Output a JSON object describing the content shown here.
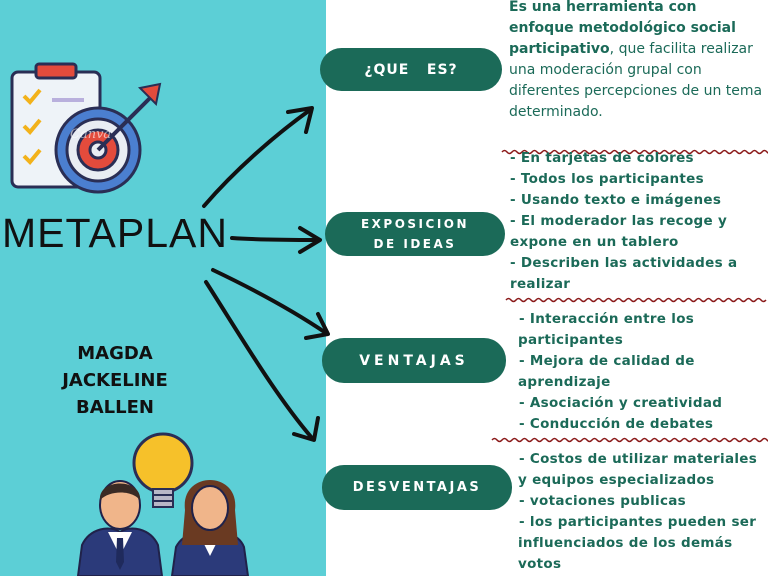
{
  "title": "METAPLAN",
  "author": [
    "MAGDA",
    "JACKELINE",
    "BALLEN"
  ],
  "watermark": "Canva",
  "colors": {
    "panel": "#5ccfd6",
    "pill": "#1b6a58",
    "text": "#1b6a58",
    "wave": "#8b1a1a"
  },
  "sections": [
    {
      "label": [
        "¿QUE   ES?"
      ]
    },
    {
      "label": [
        "EXPOSICION",
        "DE IDEAS"
      ]
    },
    {
      "label": [
        "VENTAJAS"
      ]
    },
    {
      "label": [
        "DESVENTAJAS"
      ]
    }
  ],
  "que_es": {
    "bold": "Es una herramienta con enfoque metodológico social participativo",
    "rest": ", que facilita realizar una moderación grupal con diferentes percepciones de un tema determinado."
  },
  "exposicion": [
    "- En tarjetas de colores",
    "- Todos los participantes",
    "- Usando texto e imágenes",
    "- El moderador las recoge y",
    "expone en un tablero",
    "- Describen las actividades a",
    "realizar"
  ],
  "ventajas": [
    " - Interacción entre los",
    "participantes",
    " - Mejora de calidad de",
    "aprendizaje",
    " - Asociación y creatividad",
    " - Conducción de debates"
  ],
  "desventajas": [
    " - Costos de utilizar materiales",
    "y equipos especializados",
    " - votaciones publicas",
    " - los participantes pueden ser",
    "influenciados de los demás",
    "votos"
  ]
}
